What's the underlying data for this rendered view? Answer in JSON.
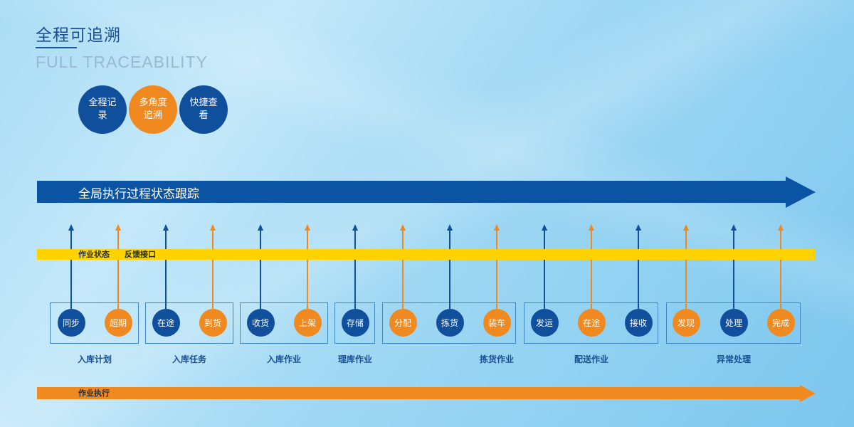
{
  "header": {
    "title": "全程可追溯",
    "subtitle": "FULL TRACEABILITY"
  },
  "features": [
    {
      "label": "全程记录",
      "color": "blue"
    },
    {
      "label": "多角度追溯",
      "color": "orange"
    },
    {
      "label": "快捷查看",
      "color": "blue"
    }
  ],
  "top_arrow": {
    "label": "全局执行过程状态跟踪"
  },
  "status_bar": {
    "labels": [
      "作业状态",
      "反馈接口"
    ]
  },
  "bottom_arrow": {
    "label": "作业执行"
  },
  "colors": {
    "blue": "#0f4f9c",
    "orange": "#f0891f",
    "yellow": "#ffd200"
  },
  "groups": [
    {
      "label": "入库计划",
      "nodes": [
        {
          "label": "同步",
          "color": "blue"
        },
        {
          "label": "超期",
          "color": "orange"
        }
      ]
    },
    {
      "label": "入库任务",
      "nodes": [
        {
          "label": "在途",
          "color": "blue"
        },
        {
          "label": "到货",
          "color": "orange"
        }
      ]
    },
    {
      "label": "入库作业",
      "nodes": [
        {
          "label": "收货",
          "color": "blue"
        },
        {
          "label": "上架",
          "color": "orange"
        }
      ]
    },
    {
      "label": "理库作业",
      "nodes": [
        {
          "label": "存储",
          "color": "blue"
        }
      ]
    },
    {
      "label": "拣货作业",
      "nodes": [
        {
          "label": "分配",
          "color": "orange"
        },
        {
          "label": "拣货",
          "color": "blue"
        },
        {
          "label": "装车",
          "color": "orange"
        }
      ]
    },
    {
      "label": "配送作业",
      "nodes": [
        {
          "label": "发运",
          "color": "blue"
        },
        {
          "label": "在途",
          "color": "orange"
        },
        {
          "label": "接收",
          "color": "blue"
        }
      ]
    },
    {
      "label": "异常处理",
      "nodes": [
        {
          "label": "发现",
          "color": "orange"
        },
        {
          "label": "处理",
          "color": "blue"
        },
        {
          "label": "完成",
          "color": "orange"
        }
      ]
    }
  ]
}
